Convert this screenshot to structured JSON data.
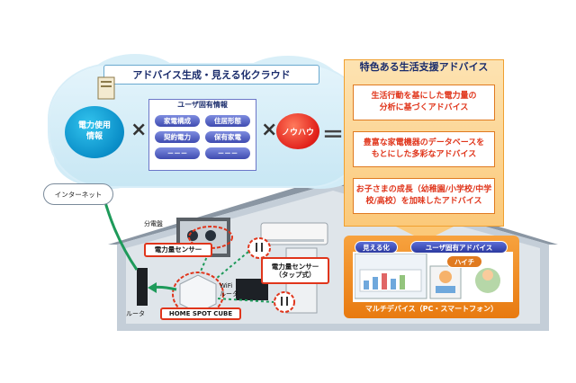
{
  "cloud": {
    "title": "アドバイス生成・見える化クラウド",
    "usage_info_line1": "電力使用",
    "usage_info_line2": "情報",
    "times_symbol": "×",
    "equals_symbol": "＝",
    "knowhow": "ノウハウ",
    "user_info": {
      "title": "ユーザ固有情報",
      "items": [
        "家電構成",
        "住居形態",
        "契約電力",
        "保有家電",
        "－－－",
        "－－－"
      ]
    }
  },
  "advice": {
    "title": "特色ある生活支援アドバイス",
    "boxes": [
      {
        "line1": "生活行動を基にした電力量の",
        "line2": "分析に基づくアドバイス"
      },
      {
        "line1": "豊富な家電機器のデータベースを",
        "line2": "もとにした多彩なアドバイス"
      },
      {
        "line1": "お子さまの成長（幼稚園/小学校/中学",
        "line2": "校/高校）を加味したアドバイス"
      }
    ]
  },
  "internet": "インターネット",
  "house": {
    "distribution_board": "分電盤",
    "power_sensor": "電力量センサー",
    "power_sensor_tap_line1": "電力量センサー",
    "power_sensor_tap_line2": "（タップ式）",
    "wifi_line1": "WiFi",
    "wifi_line2": "ルータ",
    "router": "ルータ",
    "home_spot_cube": "HOME SPOT CUBE"
  },
  "devices": {
    "tag_visible": "見える化",
    "tag_advice": "ユーザ固有アドバイス",
    "tag_hint": "ハイチ",
    "caption": "マルチデバイス（PC・スマートフォン）"
  },
  "colors": {
    "accent_red": "#e0351b",
    "cloud_blue": "#c8e7f4",
    "advice_orange": "#fbc97a",
    "device_orange": "#e87a10",
    "pill_blue": "#3f4bb0"
  }
}
